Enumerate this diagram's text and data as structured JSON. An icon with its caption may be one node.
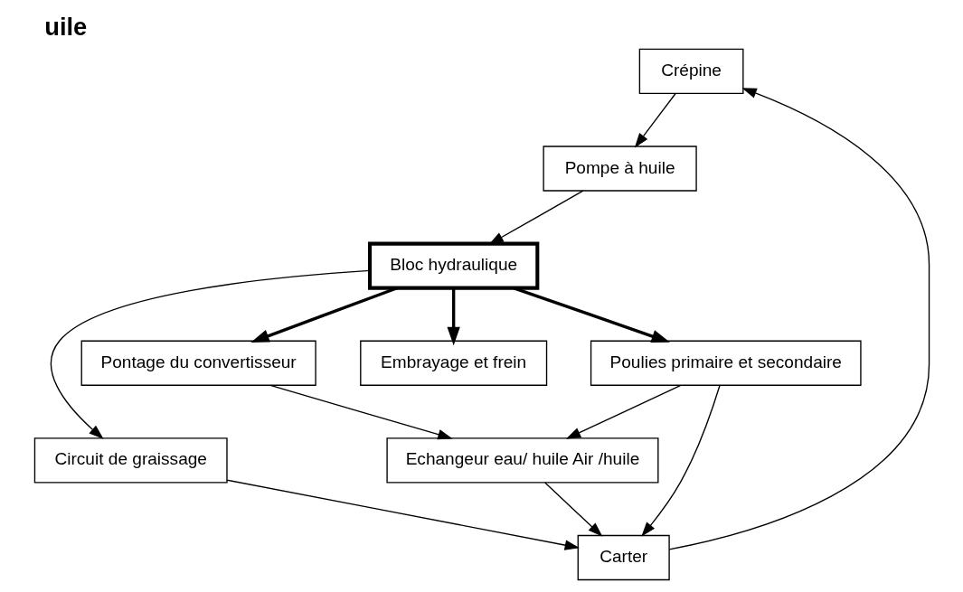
{
  "diagram": {
    "title": "uile",
    "nodes": [
      {
        "text": [
          "Crépine"
        ]
      },
      {
        "text": [
          "Carter"
        ]
      },
      {
        "text": [
          "Pompe à huile"
        ]
      },
      {
        "text": [
          "Bloc hydraulique"
        ]
      },
      {
        "text": [
          "Circuit de graissage"
        ]
      },
      {
        "text": [
          "Pontage du convertisseur"
        ]
      },
      {
        "text": [
          "Embrayage et frein"
        ]
      },
      {
        "text": [
          "Poulies primaire et secondaire"
        ]
      },
      {
        "text": [
          "Echangeur eau/ huile Air /huile"
        ]
      }
    ],
    "edges": [
      {
        "from": 1,
        "to": 0,
        "arrow": "to"
      },
      {
        "from": 0,
        "to": 2,
        "arrow": "to"
      },
      {
        "from": 2,
        "to": 3,
        "arrow": "to"
      },
      {
        "from": 3,
        "to": 4,
        "arrow": "to"
      },
      {
        "from": 4,
        "to": 1,
        "arrow": "to"
      },
      {
        "from": 3,
        "to": 5,
        "arrow": "to",
        "style": "thick"
      },
      {
        "from": 3,
        "to": 6,
        "arrow": "to",
        "style": "thick"
      },
      {
        "from": 3,
        "to": 7,
        "arrow": "to",
        "style": "thick"
      },
      {
        "from": 7,
        "to": 1,
        "arrow": "to"
      },
      {
        "from": 7,
        "to": 8,
        "arrow": "to"
      },
      {
        "from": 8,
        "to": 1,
        "arrow": "to"
      },
      {
        "from": 5,
        "to": 8,
        "arrow": "to"
      }
    ]
  }
}
